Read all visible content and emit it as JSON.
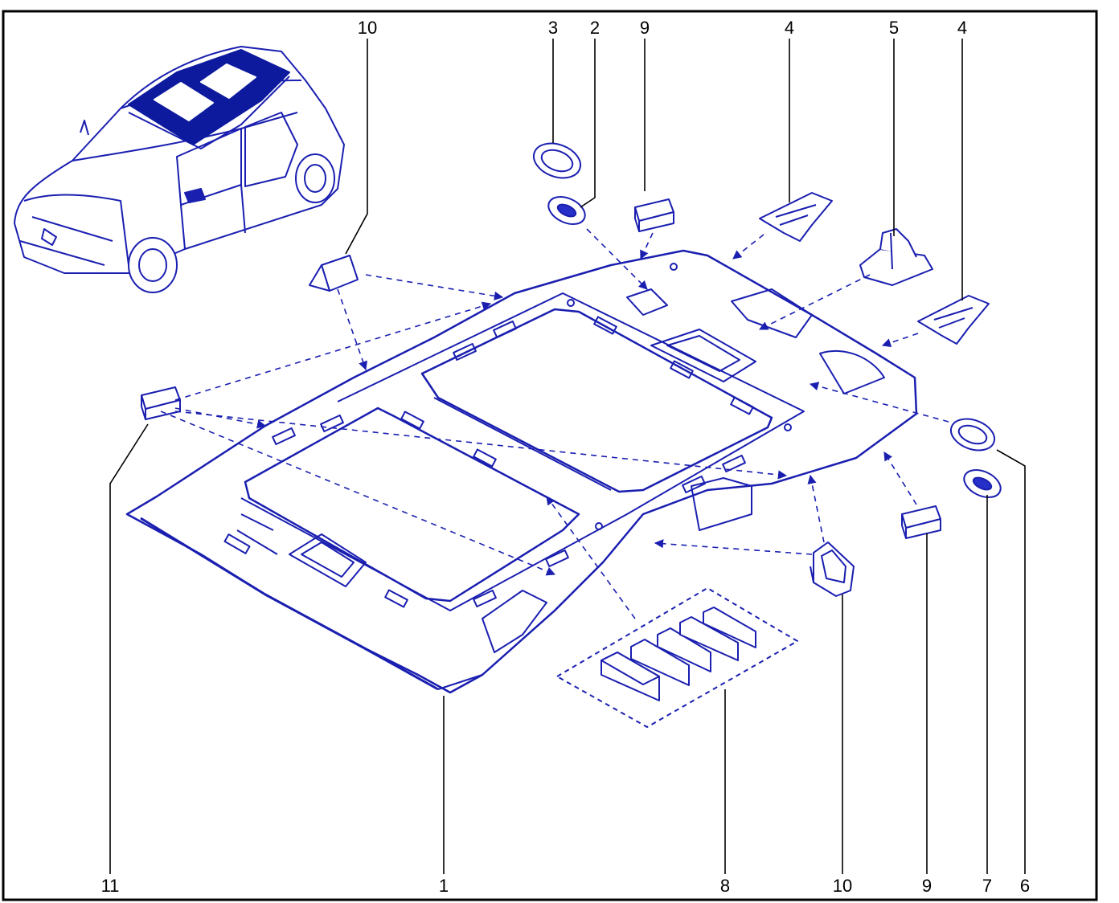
{
  "colors": {
    "line": "#1a1fb0",
    "fill": "#2630c8",
    "sunroof": "#0d1a9e",
    "leader": "#000000",
    "frame": "#000000"
  },
  "callouts": {
    "top": [
      "10",
      "3",
      "2",
      "9",
      "4",
      "5",
      "4"
    ],
    "bottom": [
      "11",
      "1",
      "8",
      "10",
      "9",
      "7",
      "6"
    ]
  }
}
